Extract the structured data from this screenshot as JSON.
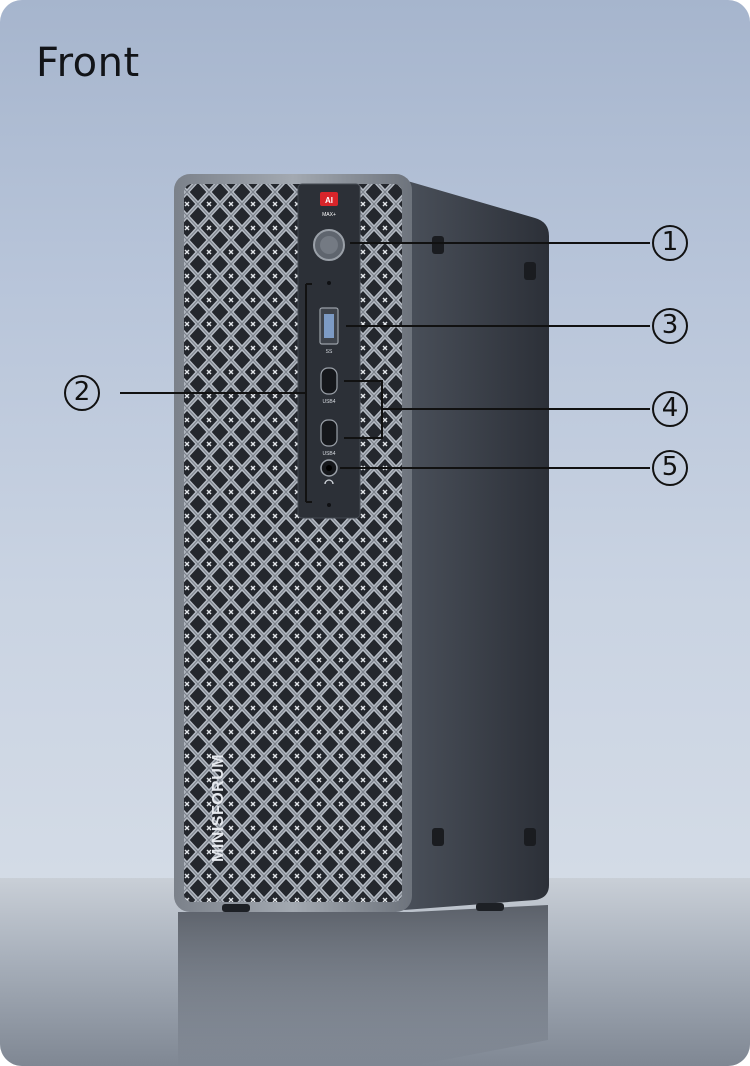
{
  "title": "Front",
  "device": {
    "brand": "MINISFORUM",
    "badge_top": "AI",
    "badge_bottom": "MAX+",
    "port_labels": {
      "usb_a": "SS",
      "usb_c_1": "USB4",
      "usb_c_2": "USB4"
    }
  },
  "callouts": [
    {
      "number": "1"
    },
    {
      "number": "2"
    },
    {
      "number": "3"
    },
    {
      "number": "4"
    },
    {
      "number": "5"
    }
  ],
  "colors": {
    "background_top": "#a6b5cd",
    "chassis_frame": "#8d939c",
    "chassis_side": "#3a3f48",
    "badge_red": "#d8252a",
    "callout_line": "#111111"
  }
}
